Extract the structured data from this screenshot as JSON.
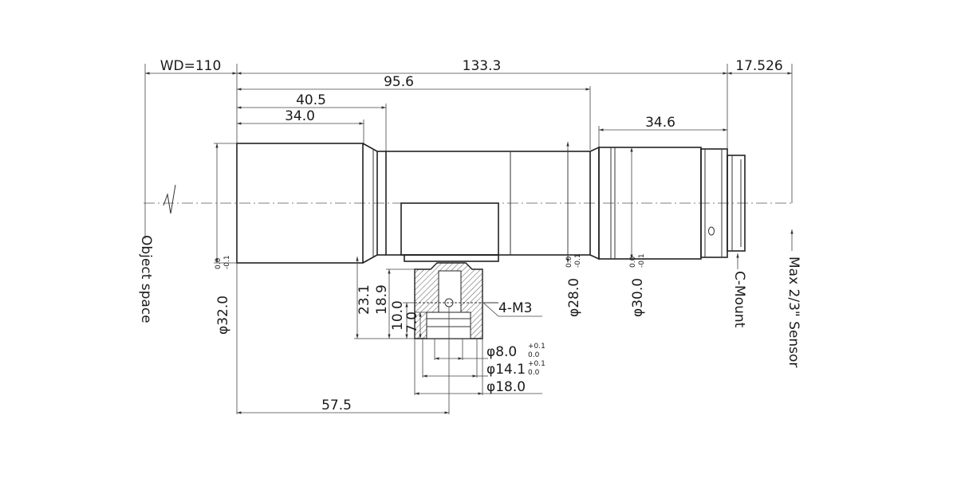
{
  "dimensions": {
    "wd": "WD=110",
    "total_length": "133.3",
    "flange": "17.526",
    "len_95_6": "95.6",
    "len_40_5": "40.5",
    "len_34_0": "34.0",
    "len_34_6": "34.6",
    "len_57_5": "57.5",
    "h_23_1": "23.1",
    "h_18_9": "18.9",
    "h_10_0": "10.0",
    "h_7_0": "7.0",
    "dia_32": "φ32.0",
    "dia_28": "φ28.0",
    "dia_30": "φ30.0",
    "dia_8": "φ8.0",
    "dia_14_1": "φ14.1",
    "dia_18": "φ18.0"
  },
  "tolerances": {
    "zero": "0.0",
    "minus": "-0.1",
    "plus": "+0.1"
  },
  "labels": {
    "object_space": "Object space",
    "sensor": "Max 2/3\" Sensor",
    "c_mount": "C-Mount",
    "thread": "4-M3"
  }
}
